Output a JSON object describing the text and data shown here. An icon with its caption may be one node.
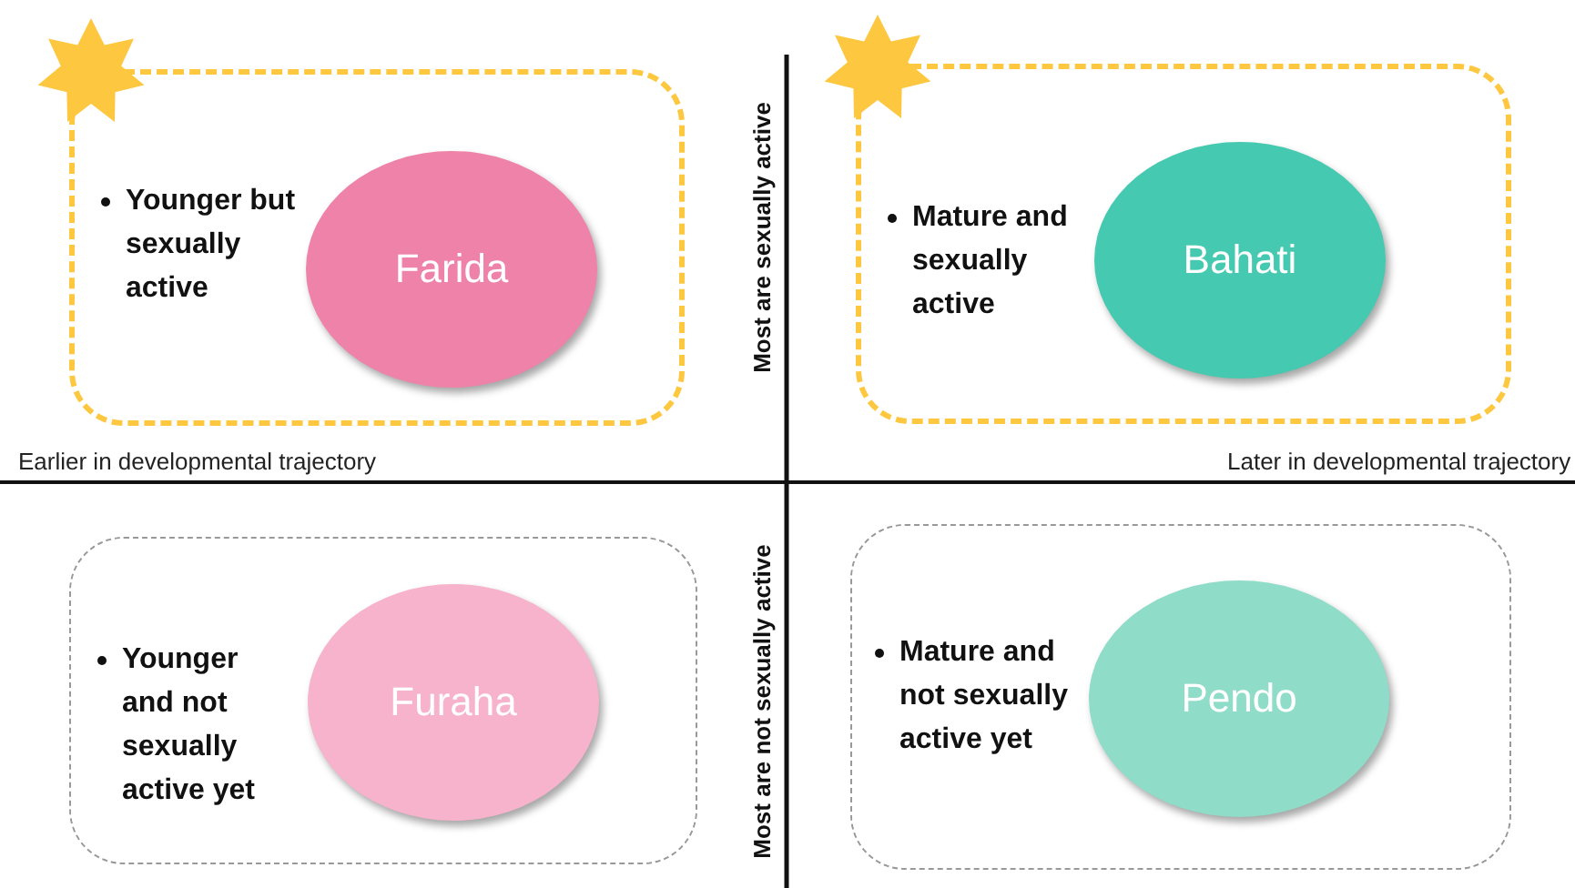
{
  "diagram": {
    "nodes": [
      {
        "text": [
          "Younger but sexually active"
        ]
      },
      {
        "text": [
          "Farida"
        ],
        "in": 0
      },
      {
        "text": [
          "Mature and sexually active"
        ]
      },
      {
        "text": [
          "Bahati"
        ],
        "in": 2
      },
      {
        "text": [
          "Younger and not sexually active yet"
        ]
      },
      {
        "text": [
          "Furaha"
        ],
        "in": 4
      },
      {
        "text": [
          "Mature and not sexually active yet"
        ]
      },
      {
        "text": [
          "Pendo"
        ],
        "in": 6
      }
    ],
    "edges": [],
    "labels": [
      "Most are sexually active",
      "Earlier in developmental trajectory",
      "Later in developmental trajectory",
      "Most are not sexually active"
    ]
  }
}
